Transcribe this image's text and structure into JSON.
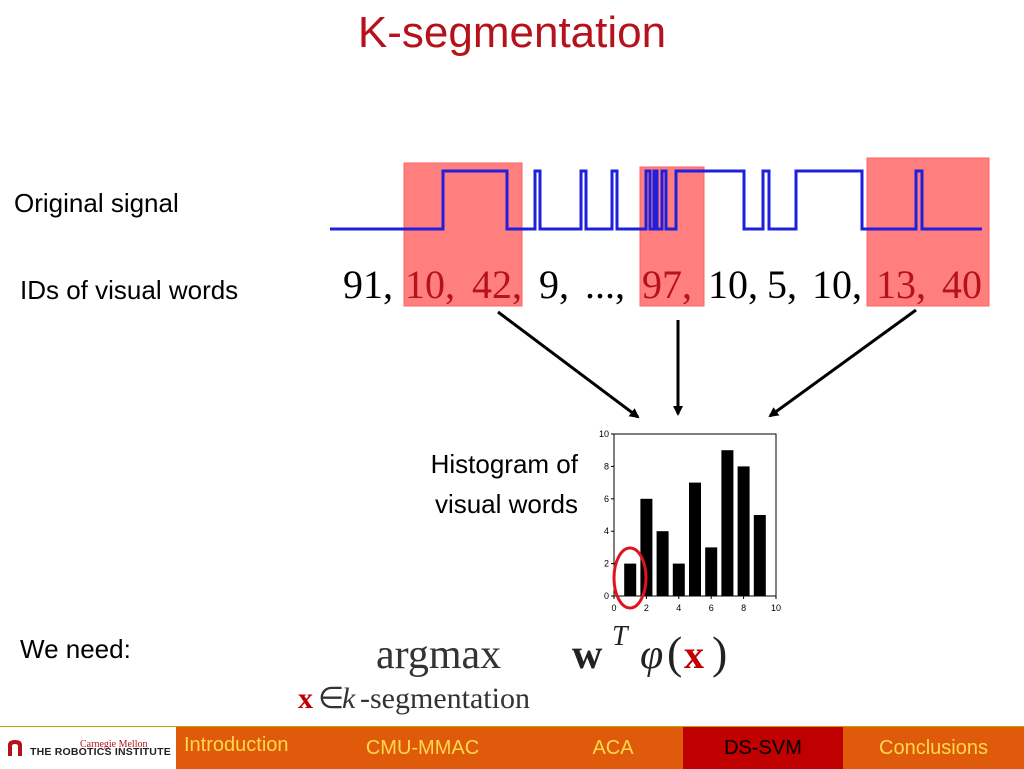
{
  "title": "K-segmentation",
  "labels": {
    "original_signal": "Original signal",
    "ids_of_visual_words": "IDs of visual words",
    "histogram_line1": "Histogram of",
    "histogram_line2": "visual words",
    "we_need": "We need:"
  },
  "ids_sequence": [
    {
      "text": "91,",
      "highlighted": false
    },
    {
      "text": "10,",
      "highlighted": true
    },
    {
      "text": "42,",
      "highlighted": true
    },
    {
      "text": "9,",
      "highlighted": false
    },
    {
      "text": "...,",
      "highlighted": false
    },
    {
      "text": "97,",
      "highlighted": true
    },
    {
      "text": "10,",
      "highlighted": false
    },
    {
      "text": "5,",
      "highlighted": false
    },
    {
      "text": "10,",
      "highlighted": false
    },
    {
      "text": "13,",
      "highlighted": true
    },
    {
      "text": "40",
      "highlighted": true
    }
  ],
  "formula": {
    "operator": "argmax",
    "weight": "w",
    "transpose": "T",
    "feature": "φ",
    "open_paren": "(",
    "variable": "x",
    "close_paren": ")",
    "subscript_var": "x",
    "subscript_in": "∈",
    "subscript_k": "k",
    "subscript_rest": "-segmentation"
  },
  "colors": {
    "title": "#b5121b",
    "highlight_fill": "#ff7f7f",
    "signal": "#1f1fdc",
    "highlight_text": "#b5121b",
    "footer_bg": "#e05a0c",
    "footer_active_bg": "#c00000",
    "footer_text": "#ffd84a"
  },
  "chart_data": {
    "type": "bar",
    "x": [
      1,
      2,
      3,
      4,
      5,
      6,
      7,
      8,
      9
    ],
    "values": [
      2,
      6,
      4,
      2,
      7,
      3,
      9,
      8,
      5
    ],
    "xlim": [
      0,
      10
    ],
    "ylim": [
      0,
      10
    ],
    "xticks": [
      "0",
      "2",
      "4",
      "6",
      "8",
      "10"
    ],
    "yticks": [
      "0",
      "2",
      "4",
      "6",
      "8",
      "10"
    ],
    "xlabel": "",
    "ylabel": "",
    "grid": false
  },
  "footer": {
    "logo_cmu": "Carnegie Mellon",
    "logo_ri": "THE ROBOTICS INSTITUTE",
    "nav": [
      {
        "label": "Introduction",
        "active": false
      },
      {
        "label": "CMU-MMAC",
        "active": false
      },
      {
        "label": "ACA",
        "active": false
      },
      {
        "label": "DS-SVM",
        "active": true
      },
      {
        "label": "Conclusions",
        "active": false
      }
    ]
  }
}
